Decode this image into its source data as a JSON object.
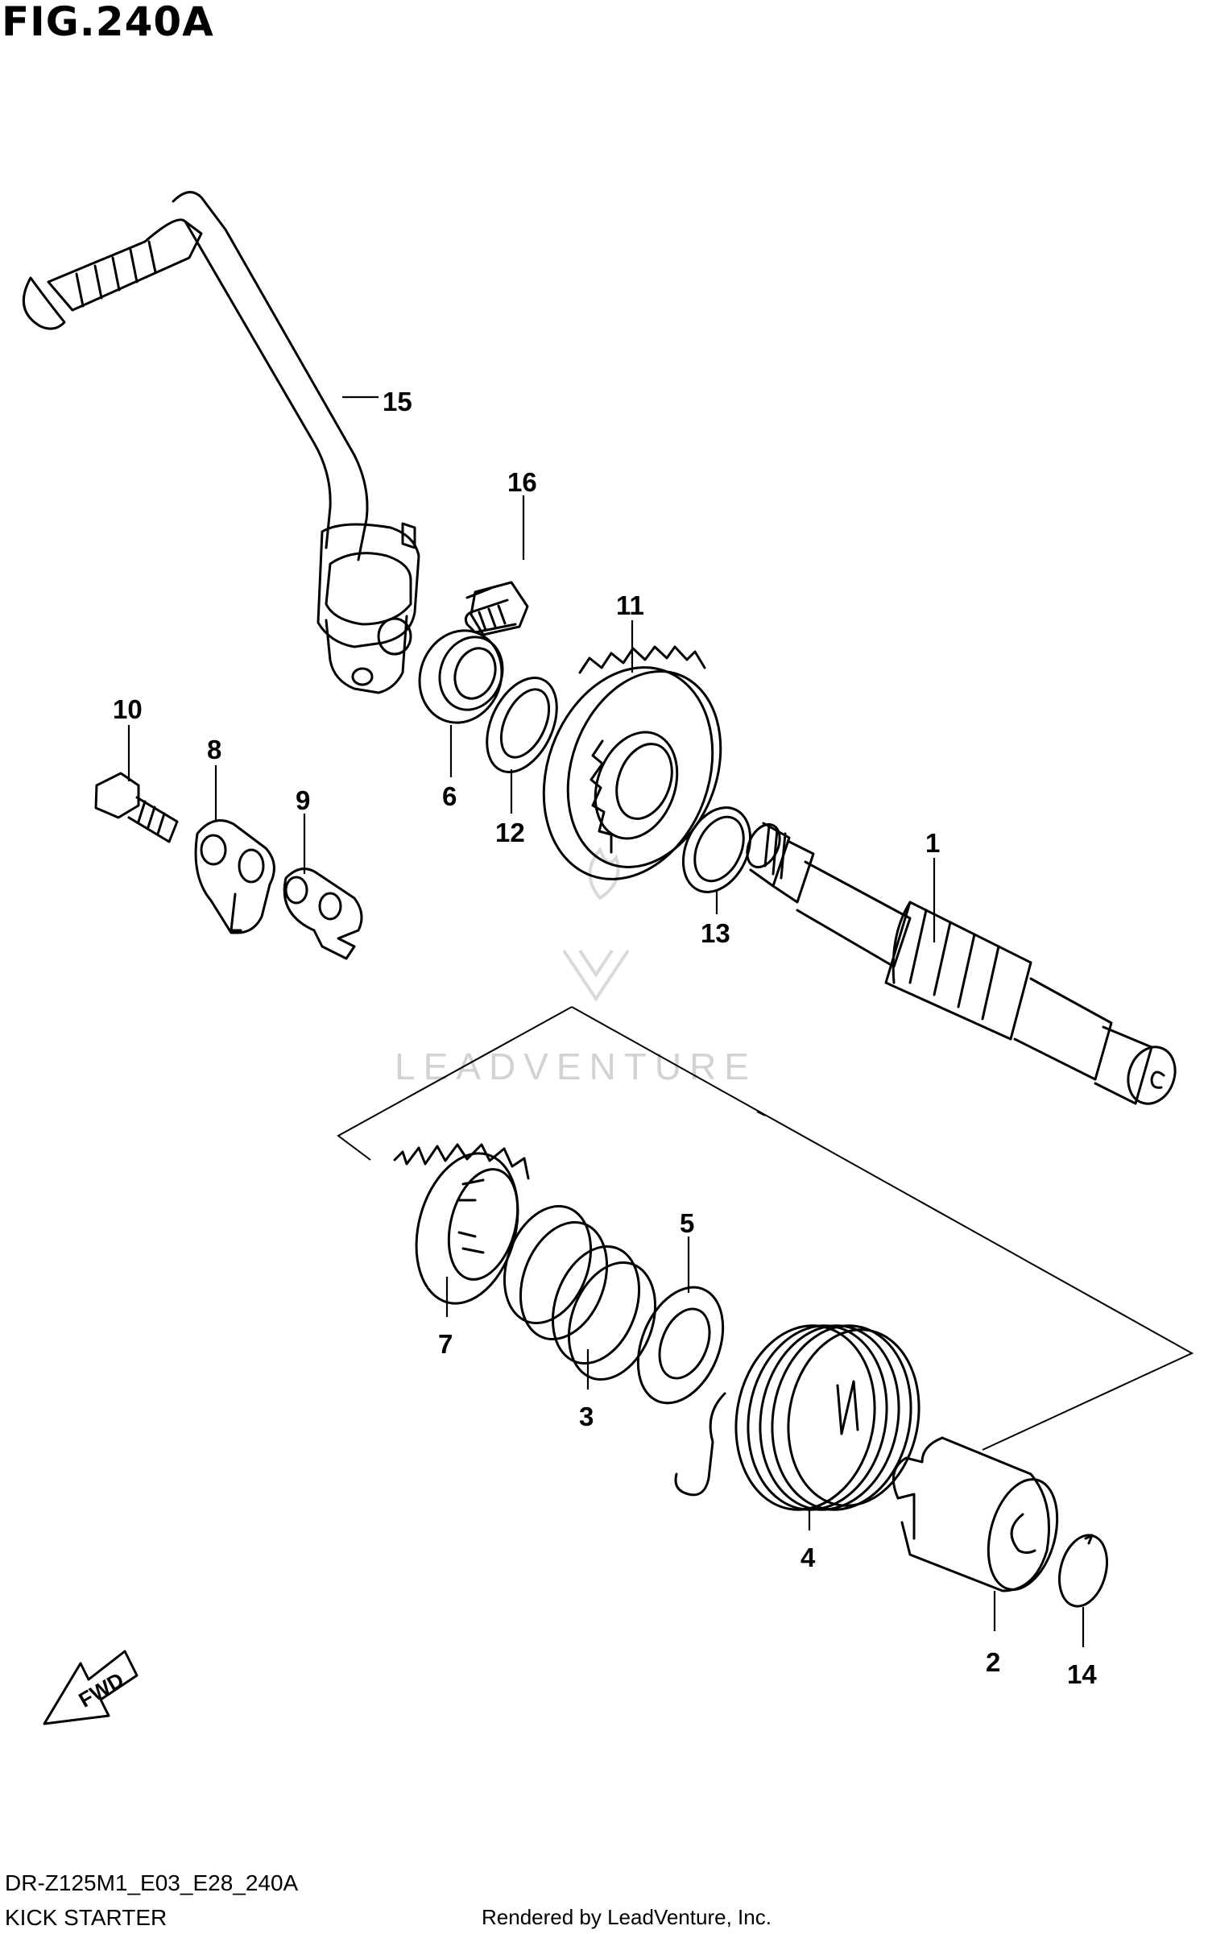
{
  "figure": {
    "title": "FIG.240A",
    "model_code": "DR-Z125M1_E03_E28_240A",
    "section_name": "KICK STARTER",
    "rendered_by": "Rendered by LeadVenture, Inc.",
    "watermark": "LEADVENTURE",
    "direction_tag": "FWD"
  },
  "callouts": [
    {
      "id": "c1",
      "label": "1"
    },
    {
      "id": "c2",
      "label": "2"
    },
    {
      "id": "c3",
      "label": "3"
    },
    {
      "id": "c4",
      "label": "4"
    },
    {
      "id": "c5",
      "label": "5"
    },
    {
      "id": "c6",
      "label": "6"
    },
    {
      "id": "c7",
      "label": "7"
    },
    {
      "id": "c8",
      "label": "8"
    },
    {
      "id": "c9",
      "label": "9"
    },
    {
      "id": "c10",
      "label": "10"
    },
    {
      "id": "c11",
      "label": "11"
    },
    {
      "id": "c12",
      "label": "12"
    },
    {
      "id": "c13",
      "label": "13"
    },
    {
      "id": "c14",
      "label": "14"
    },
    {
      "id": "c15",
      "label": "15"
    },
    {
      "id": "c16",
      "label": "16"
    }
  ]
}
